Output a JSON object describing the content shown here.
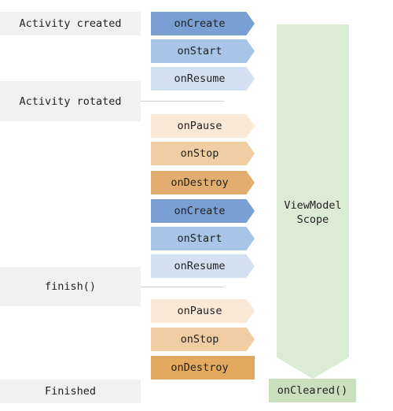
{
  "events": {
    "created": "Activity created",
    "rotated": "Activity rotated",
    "finish_call": "finish()",
    "finished": "Finished"
  },
  "callbacks": {
    "on_create_1": "onCreate",
    "on_start_1": "onStart",
    "on_resume_1": "onResume",
    "on_pause_1": "onPause",
    "on_stop_1": "onStop",
    "on_destroy_1": "onDestroy",
    "on_create_2": "onCreate",
    "on_start_2": "onStart",
    "on_resume_2": "onResume",
    "on_pause_2": "onPause",
    "on_stop_2": "onStop",
    "on_destroy_2": "onDestroy"
  },
  "scope": {
    "label": "ViewModel\nScope",
    "cleared": "onCleared()"
  },
  "colors": {
    "create": "#7a9fd3",
    "start": "#a8c4e6",
    "resume": "#d3e1f2",
    "pause": "#fbe9d7",
    "stop": "#f1cda4",
    "destroy": "#e2ae6f",
    "destroy_final": "#e2a95f",
    "scope": "#dcebd4",
    "cleared": "#c9dfbd",
    "event_bg": "#f1f1f1"
  }
}
